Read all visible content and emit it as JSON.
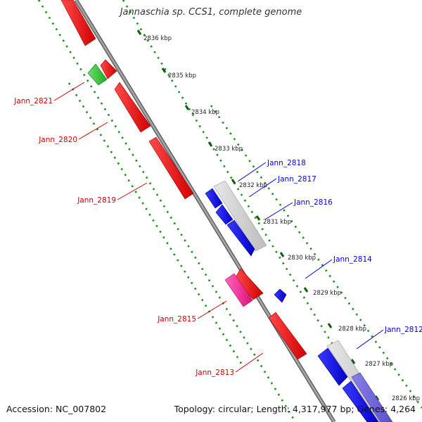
{
  "title": "Jannaschia sp. CCS1, complete genome",
  "footer": {
    "accession": "Accession: NC_007802",
    "summary": "Topology: circular; Length: 4,317,977 bp; Genes: 4,264"
  },
  "kbp_ticks": [
    "2836 kbp",
    "2835 kbp",
    "2834 kbp",
    "2833 kbp",
    "2832 kbp",
    "2831 kbp",
    "2830 kbp",
    "2829 kbp",
    "2828 kbp",
    "2827 kbp",
    "2826 kbp"
  ],
  "colors": {
    "backbone": "#8a8a8a",
    "forward_gene": "#ff0000",
    "reverse_gene": "#0000ff",
    "green_gene": "#33cc33",
    "magenta_gene": "#ff3399",
    "gray_gene": "#cfcfcf",
    "dots": "#1e8c1e",
    "label_red": "#cc0000",
    "label_blue": "#0000dd"
  },
  "gene_labels": [
    {
      "name": "Jann_2821",
      "strand": "forward"
    },
    {
      "name": "Jann_2820",
      "strand": "forward"
    },
    {
      "name": "Jann_2819",
      "strand": "forward"
    },
    {
      "name": "Jann_2818",
      "strand": "reverse"
    },
    {
      "name": "Jann_2817",
      "strand": "reverse"
    },
    {
      "name": "Jann_2816",
      "strand": "reverse"
    },
    {
      "name": "Jann_2815",
      "strand": "forward"
    },
    {
      "name": "Jann_2814",
      "strand": "reverse"
    },
    {
      "name": "Jann_2813",
      "strand": "forward"
    },
    {
      "name": "Jann_2812",
      "strand": "reverse"
    }
  ]
}
